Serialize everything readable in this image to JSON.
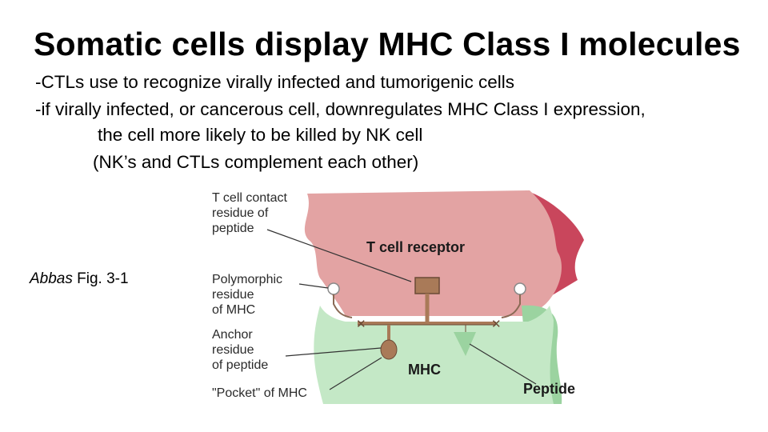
{
  "slide": {
    "title": "Somatic cells display MHC Class I molecules",
    "bullets": [
      "-CTLs use to recognize virally infected and tumorigenic cells",
      "-if virally infected, or cancerous cell, downregulates MHC Class I expression,",
      "the cell more likely to be killed by NK cell",
      "(NK’s and CTLs complement each other)"
    ],
    "caption": {
      "italic": "Abbas",
      "text": " Fig. 3-1"
    }
  },
  "figure": {
    "labels": {
      "t_cell_contact": [
        "T cell contact",
        "residue of",
        "peptide"
      ],
      "polymorphic": [
        "Polymorphic",
        "residue",
        "of MHC"
      ],
      "anchor": [
        "Anchor",
        "residue",
        "of peptide"
      ],
      "pocket": "\"Pocket\" of MHC",
      "t_cell_receptor": "T cell receptor",
      "mhc": "MHC",
      "peptide": "Peptide"
    },
    "colors": {
      "tcr_fill": "#e3a3a3",
      "tcr_dark": "#c9465c",
      "mhc_fill": "#c4e8c6",
      "mhc_dark": "#9bd3a0",
      "peptide_brown": "#a97a58"
    }
  }
}
